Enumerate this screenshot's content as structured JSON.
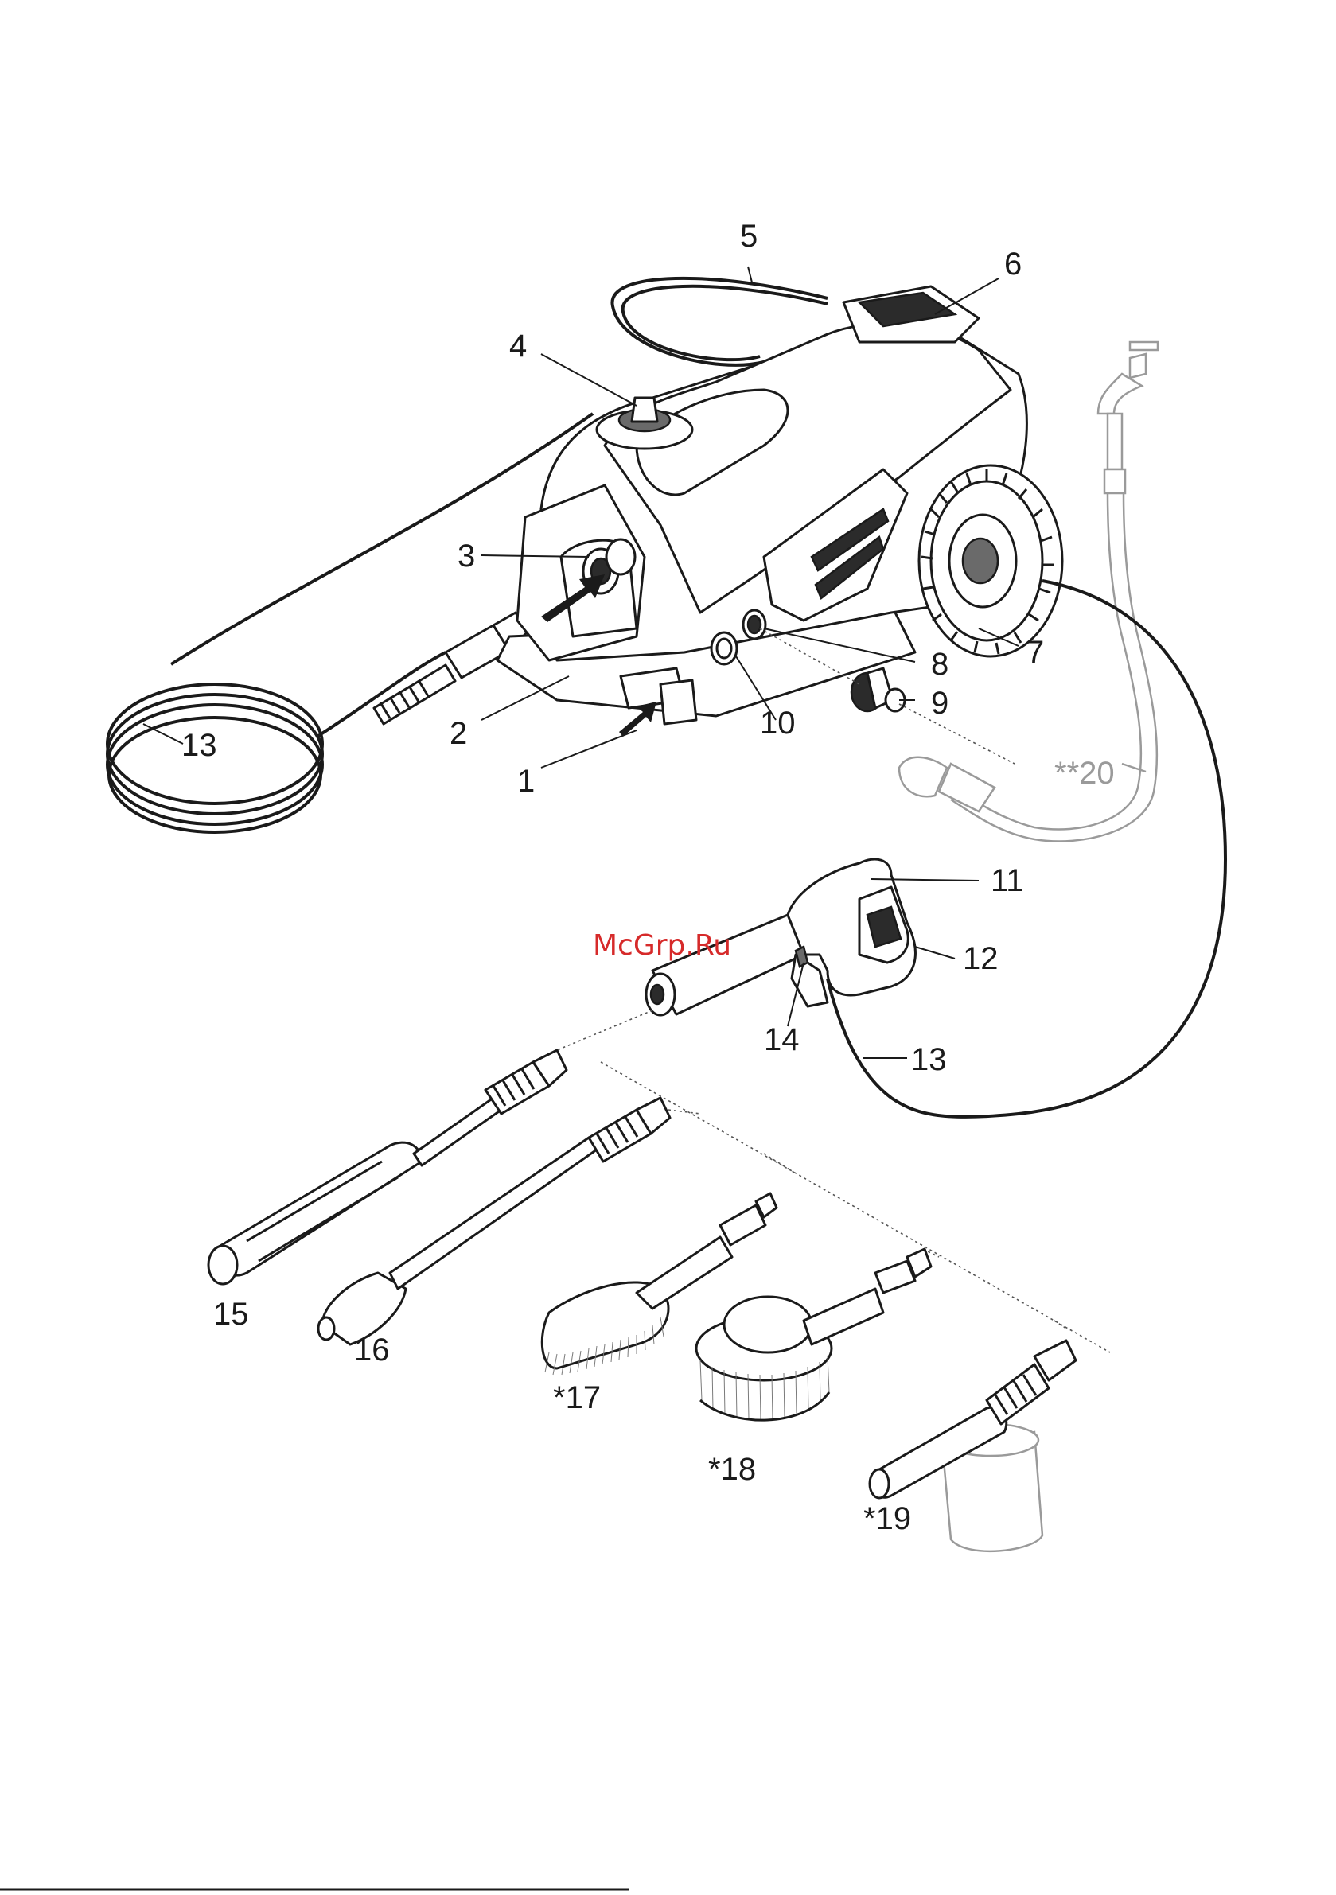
{
  "watermark": "McGrp.Ru",
  "callouts": [
    {
      "id": "1",
      "text": "1"
    },
    {
      "id": "2",
      "text": "2"
    },
    {
      "id": "3",
      "text": "3"
    },
    {
      "id": "4",
      "text": "4"
    },
    {
      "id": "5",
      "text": "5"
    },
    {
      "id": "6",
      "text": "6"
    },
    {
      "id": "7",
      "text": "7"
    },
    {
      "id": "8",
      "text": "8"
    },
    {
      "id": "9",
      "text": "9"
    },
    {
      "id": "10",
      "text": "10"
    },
    {
      "id": "11",
      "text": "11"
    },
    {
      "id": "12",
      "text": "12"
    },
    {
      "id": "13a",
      "text": "13"
    },
    {
      "id": "13b",
      "text": "13"
    },
    {
      "id": "14",
      "text": "14"
    },
    {
      "id": "15",
      "text": "15"
    },
    {
      "id": "16",
      "text": "16"
    },
    {
      "id": "17",
      "text": "*17"
    },
    {
      "id": "18",
      "text": "*18"
    },
    {
      "id": "19",
      "text": "*19"
    },
    {
      "id": "20",
      "text": "**20"
    }
  ]
}
